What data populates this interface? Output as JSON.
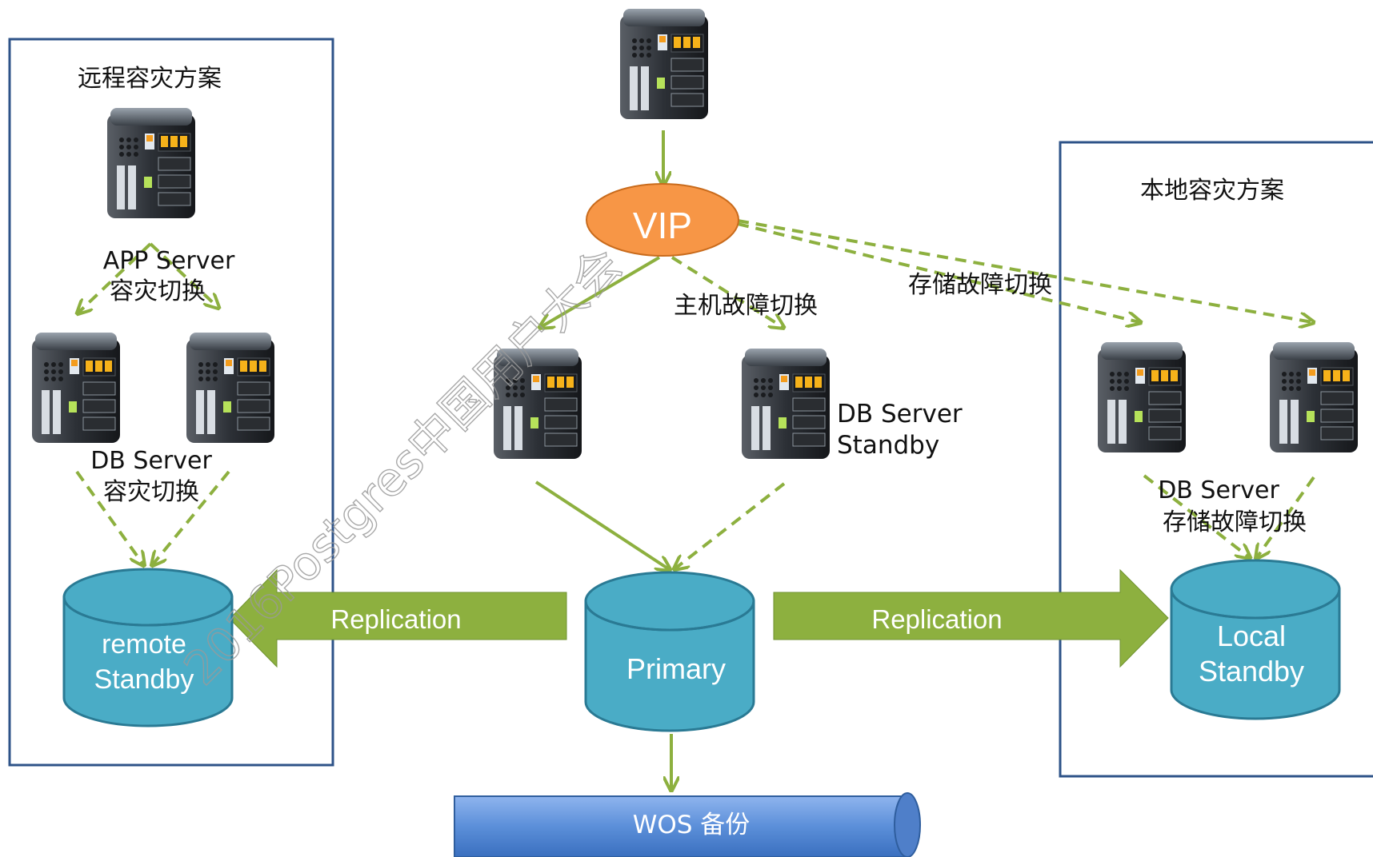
{
  "remote_panel": {
    "title": "远程容灾方案",
    "app_failover_label_line1": "APP Server",
    "app_failover_label_line2": "容灾切换",
    "db_failover_label_line1": "DB Server",
    "db_failover_label_line2": "容灾切换",
    "db_name_line1": "remote",
    "db_name_line2": "Standby"
  },
  "local_panel": {
    "title": "本地容灾方案",
    "db_failover_label_line1": "DB Server",
    "db_failover_label_line2": "存储故障切换",
    "db_name_line1": "Local",
    "db_name_line2": "Standby"
  },
  "center": {
    "vip_label": "VIP",
    "host_failover_label": "主机故障切换",
    "storage_failover_label": "存储故障切换",
    "standby_server_label_line1": "DB Server",
    "standby_server_label_line2": "Standby",
    "primary_db_label": "Primary",
    "backup_label": "WOS 备份"
  },
  "replication": {
    "left_label": "Replication",
    "right_label": "Replication"
  },
  "watermark": "2016Postgres中国用户大会",
  "colors": {
    "panel_border": "#2e5388",
    "arrow_green": "#8db03f",
    "replication_fill": "#8db03f",
    "db_cylinder": "#4aacc6",
    "db_cylinder_top": "#4aacc6",
    "vip_fill": "#f79646",
    "backup_pipe": "#5b8fd9"
  },
  "icons": [
    "server-icon"
  ]
}
